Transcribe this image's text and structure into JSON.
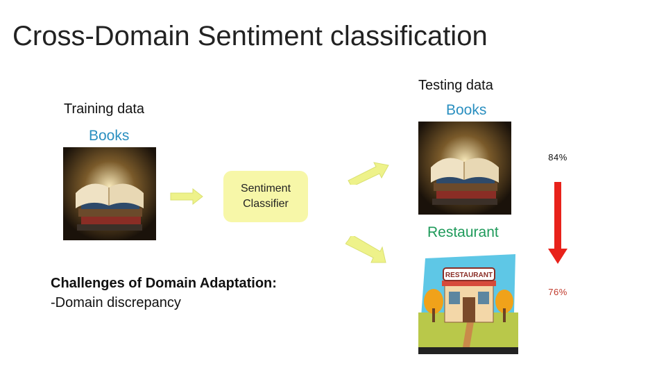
{
  "slide": {
    "title": "Cross-Domain Sentiment classification",
    "training_label": "Training data",
    "training_domain": "Books",
    "testing_label": "Testing data",
    "testing_domain_1": "Books",
    "testing_domain_2": "Restaurant",
    "classifier_line1": "Sentiment",
    "classifier_line2": "Classifier",
    "acc_books": "84%",
    "acc_restaurant": "76%",
    "challenges_heading": "Challenges of Domain Adaptation:",
    "challenges_item": "-Domain discrepancy",
    "restaurant_sign": "RESTAURANT"
  },
  "colors": {
    "domain_books": "#2a8fc0",
    "domain_restaurant": "#1e9a5a",
    "arrow_fill": "#eef28a",
    "arrow_stroke": "#d9e070",
    "classifier_bg": "#f7f7a8",
    "drop_arrow": "#e8221b",
    "acc_books_color": "#111111",
    "acc_restaurant_color": "#c0392b"
  }
}
